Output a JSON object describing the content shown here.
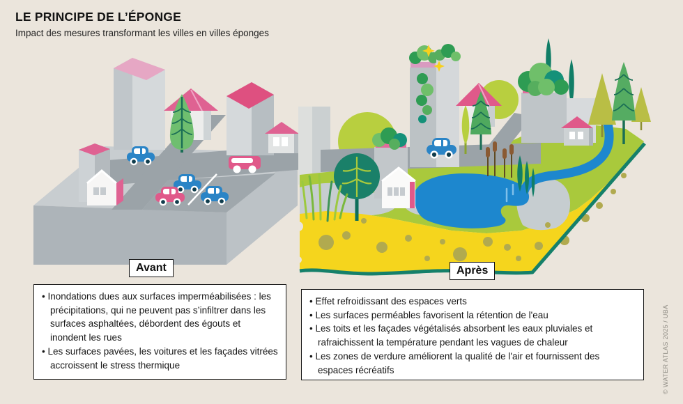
{
  "header": {
    "title": "LE PRINCIPE DE L’ÉPONGE",
    "subtitle": "Impact des mesures transformant les villes en villes éponges"
  },
  "before": {
    "label": "Avant",
    "bullets": [
      "Inondations dues aux surfaces imperméabilisées : les précipitations, qui ne peuvent pas s’infiltrer dans les surfaces asphaltées, débordent des égouts et inondent les rues",
      "Les surfaces pavées, les voitures et les façades vitrées accroissent le stress thermique"
    ]
  },
  "after": {
    "label": "Après",
    "bullets": [
      "Effet refroidissant des espaces verts",
      "Les surfaces perméables favorisent la rétention de l'eau",
      "Les toits et les façades végétalisés absorbent les eaux pluviales et rafraichissent la température pendant les vagues de chaleur",
      "Les zones de verdure améliorent la qualité de l'air et fournissent des espaces récréatifs"
    ]
  },
  "credit": "© WATER ATLAS 2025 / UBA",
  "colors": {
    "background": "#EBE5DC",
    "text": "#1A1A1A",
    "pink_roof": "#E0598A",
    "pale_pink_roof": "#E6A7C4",
    "gray_building_light": "#D5D9DB",
    "gray_building_medium": "#C2C8CB",
    "road_gray": "#9BA3A8",
    "car_blue": "#2A84C6",
    "car_pink": "#E0598A",
    "sponge_yellow": "#F5D51D",
    "sponge_hole_olive": "#B1AA4F",
    "sponge_edge_teal": "#15806A",
    "grass_green": "#A9C93C",
    "tree_chartreuse": "#B8CF3F",
    "tree_teal": "#1A8069",
    "foliage_green": "#2E9C53",
    "water_blue": "#1D87CE",
    "cattail_brown": "#8A5A33"
  }
}
